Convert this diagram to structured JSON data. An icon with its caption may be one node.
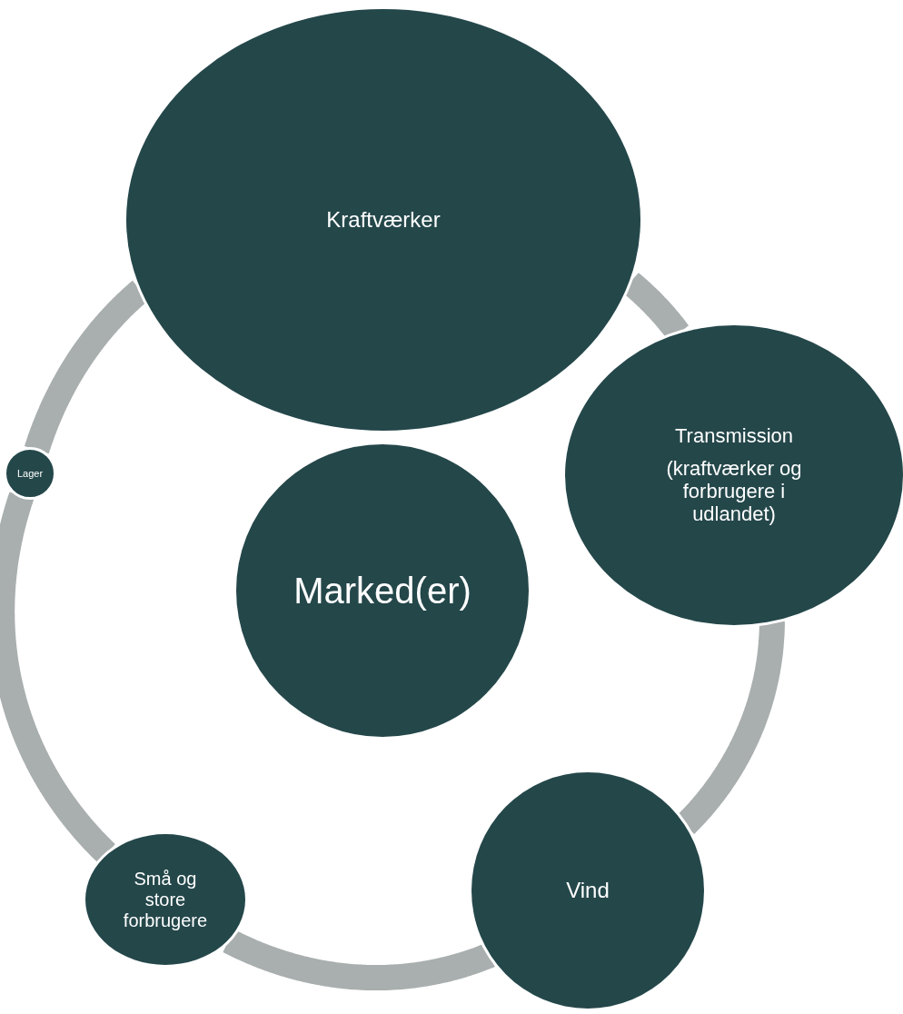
{
  "diagram": {
    "nodes": [
      {
        "text": [
          "Kraftværker"
        ]
      },
      {
        "text": [
          "Transmission",
          "(kraftværker og forbrugere i udlandet)"
        ]
      },
      {
        "text": [
          "Vind"
        ]
      },
      {
        "text": [
          "Små og store forbrugere"
        ]
      },
      {
        "text": [
          "Lager"
        ]
      },
      {
        "text": [
          "Marked(er)"
        ]
      }
    ],
    "edges": [
      {
        "from": 0,
        "to": 1,
        "arrow": "none"
      },
      {
        "from": 1,
        "to": 2,
        "arrow": "none"
      },
      {
        "from": 2,
        "to": 3,
        "arrow": "none"
      },
      {
        "from": 3,
        "to": 4,
        "arrow": "none"
      },
      {
        "from": 4,
        "to": 0,
        "arrow": "none"
      }
    ]
  }
}
